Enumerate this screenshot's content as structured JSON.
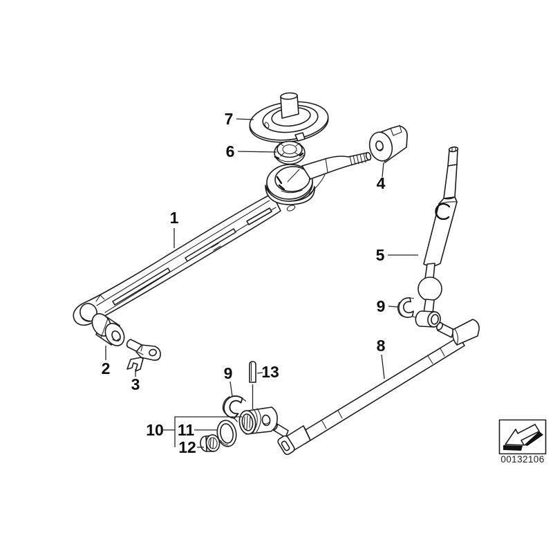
{
  "canvas": {
    "background": "#ffffff",
    "line_color": "#1b1b1b"
  },
  "diagram": {
    "type": "exploded-parts-diagram",
    "labels": [
      "1",
      "2",
      "3",
      "4",
      "5",
      "6",
      "7",
      "8",
      "9",
      "9",
      "10",
      "11",
      "12",
      "13"
    ]
  },
  "stamp": {
    "doc_number": "00132106",
    "icon": "arrow-down-left-icon"
  }
}
